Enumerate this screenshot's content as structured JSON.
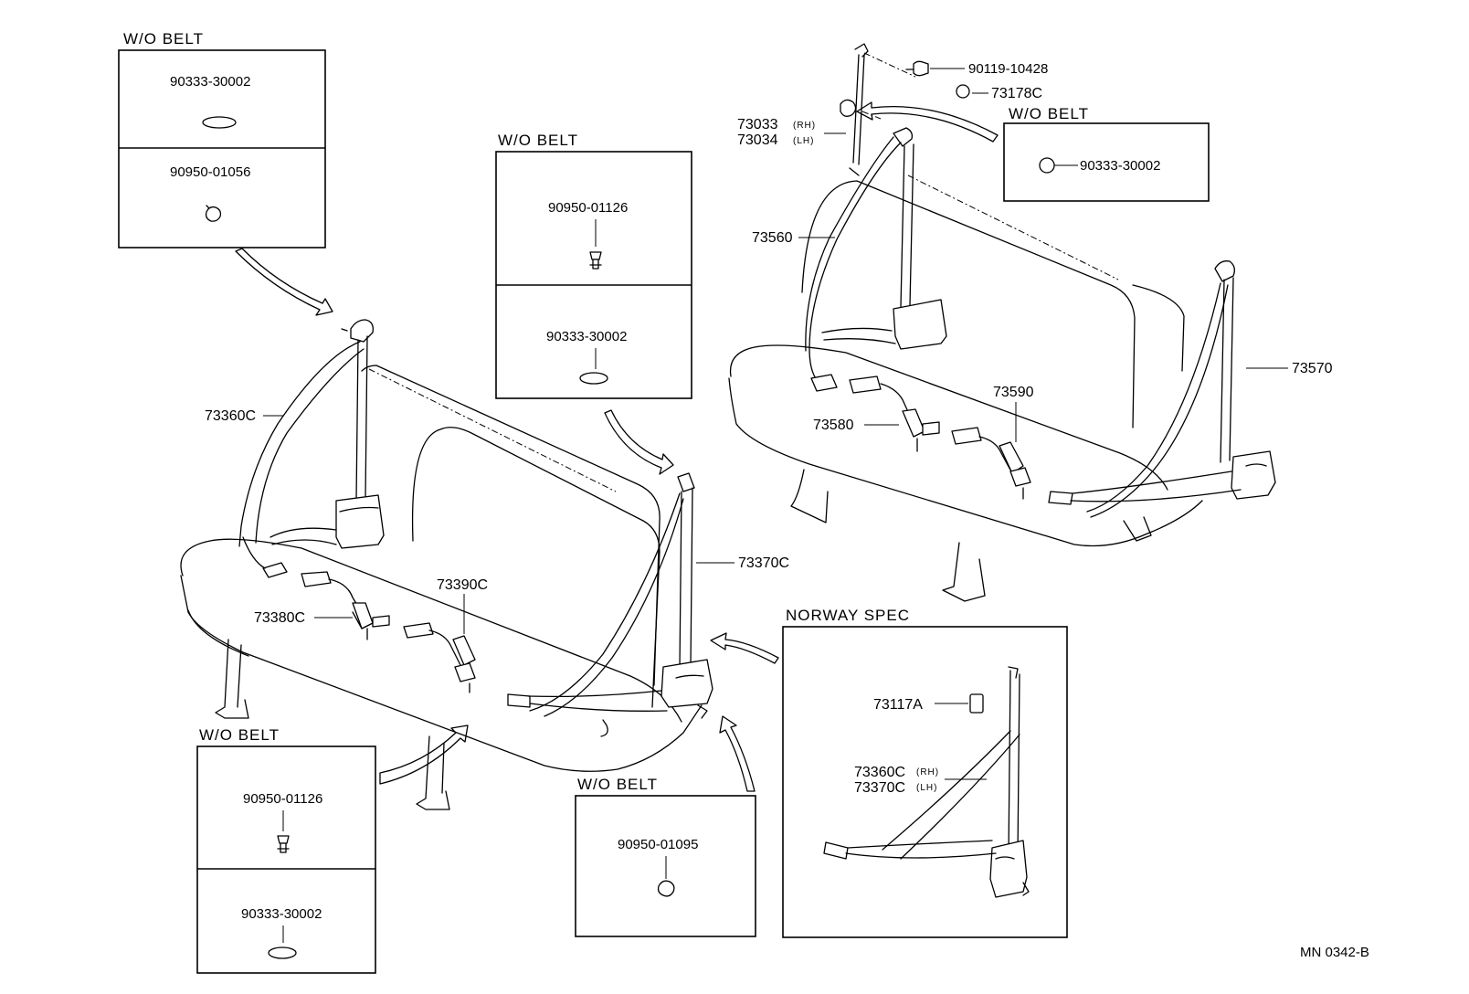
{
  "boxes": {
    "wo_belt_1": {
      "title": "W/O BELT",
      "parts": [
        "90333-30002",
        "90950-01056"
      ]
    },
    "wo_belt_2": {
      "title": "W/O BELT",
      "parts": [
        "90950-01126",
        "90333-30002"
      ]
    },
    "wo_belt_3": {
      "title": "W/O BELT",
      "parts": [
        "90333-30002"
      ]
    },
    "wo_belt_4": {
      "title": "W/O BELT",
      "parts": [
        "90950-01126",
        "90333-30002"
      ]
    },
    "wo_belt_5": {
      "title": "W/O BELT",
      "parts": [
        "90950-01095"
      ]
    },
    "norway": {
      "title": "NORWAY SPEC",
      "part_a": "73117A",
      "part_b": "73360C",
      "part_b_suffix": "(RH)",
      "part_c": "73370C",
      "part_c_suffix": "(LH)"
    }
  },
  "labels": {
    "p73360C": "73360C",
    "p73380C": "73380C",
    "p73390C": "73390C",
    "p73370C": "73370C",
    "p90119": "90119-10428",
    "p73178C": "73178C",
    "p73033": "73033",
    "p73033_suffix": "(RH)",
    "p73034": "73034",
    "p73034_suffix": "(LH)",
    "p73560": "73560",
    "p73570": "73570",
    "p73590": "73590",
    "p73580": "73580"
  },
  "footer": {
    "code": "MN  0342-B"
  },
  "colors": {
    "line": "#000000",
    "background": "#ffffff"
  }
}
